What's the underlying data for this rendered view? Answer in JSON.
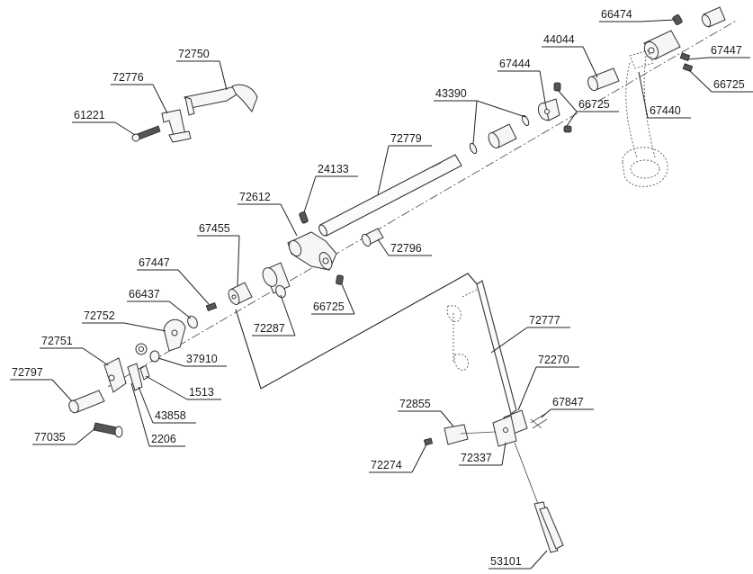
{
  "parts": [
    {
      "key": "p66474",
      "number": "66474"
    },
    {
      "key": "p44044",
      "number": "44044"
    },
    {
      "key": "p67447a",
      "number": "67447"
    },
    {
      "key": "p67444",
      "number": "67444"
    },
    {
      "key": "p66725a",
      "number": "66725"
    },
    {
      "key": "p43390",
      "number": "43390"
    },
    {
      "key": "p66725b",
      "number": "66725"
    },
    {
      "key": "p67440",
      "number": "67440"
    },
    {
      "key": "p72750",
      "number": "72750"
    },
    {
      "key": "p72776",
      "number": "72776"
    },
    {
      "key": "p61221",
      "number": "61221"
    },
    {
      "key": "p72779",
      "number": "72779"
    },
    {
      "key": "p24133",
      "number": "24133"
    },
    {
      "key": "p72612",
      "number": "72612"
    },
    {
      "key": "p67455",
      "number": "67455"
    },
    {
      "key": "p72796",
      "number": "72796"
    },
    {
      "key": "p67447b",
      "number": "67447"
    },
    {
      "key": "p66437",
      "number": "66437"
    },
    {
      "key": "p72287",
      "number": "72287"
    },
    {
      "key": "p66725c",
      "number": "66725"
    },
    {
      "key": "p72752",
      "number": "72752"
    },
    {
      "key": "p72751",
      "number": "72751"
    },
    {
      "key": "p37910",
      "number": "37910"
    },
    {
      "key": "p72797",
      "number": "72797"
    },
    {
      "key": "p1513",
      "number": "1513"
    },
    {
      "key": "p43858",
      "number": "43858"
    },
    {
      "key": "p77035",
      "number": "77035"
    },
    {
      "key": "p2206",
      "number": "2206"
    },
    {
      "key": "p72777",
      "number": "72777"
    },
    {
      "key": "p72270",
      "number": "72270"
    },
    {
      "key": "p72855",
      "number": "72855"
    },
    {
      "key": "p67847",
      "number": "67847"
    },
    {
      "key": "p72274",
      "number": "72274"
    },
    {
      "key": "p72337",
      "number": "72337"
    },
    {
      "key": "p53101",
      "number": "53101"
    }
  ]
}
